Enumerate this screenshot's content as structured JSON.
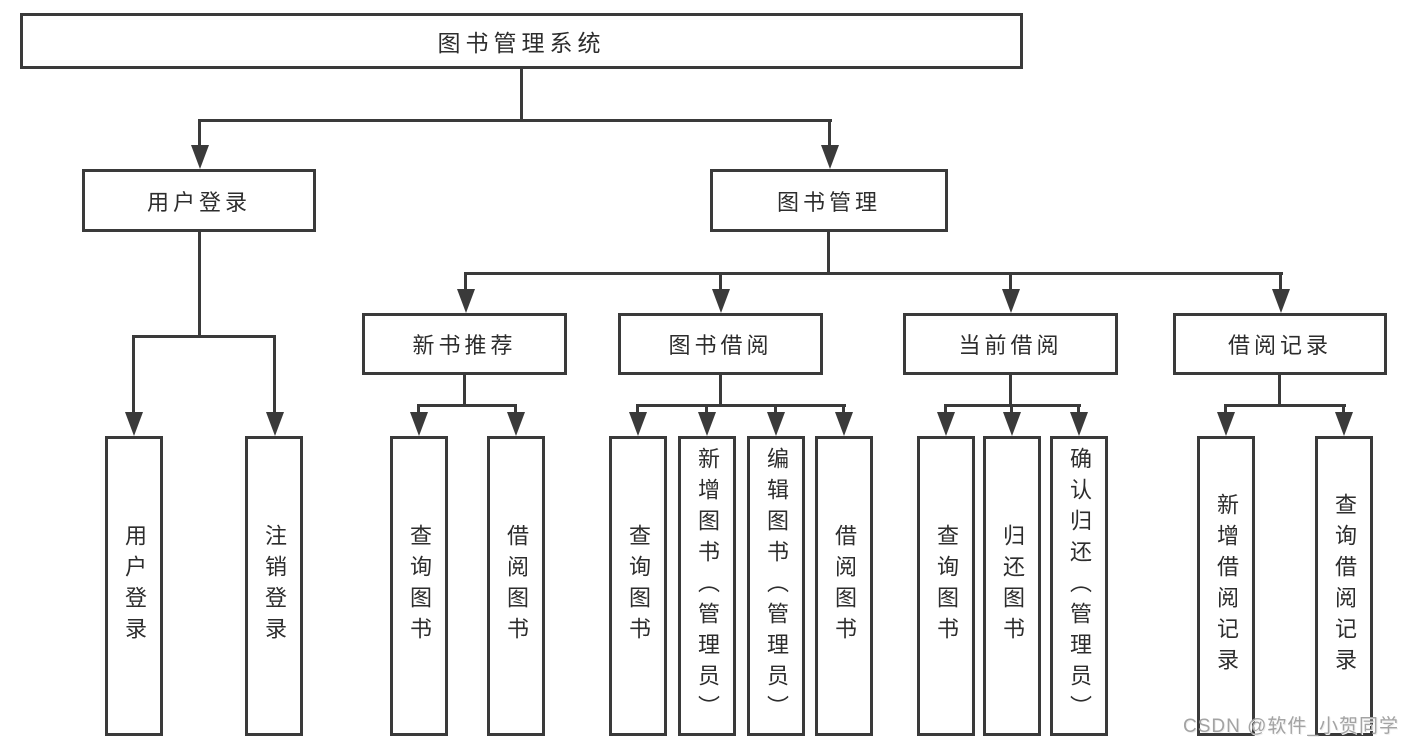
{
  "tree": {
    "label": "图书管理系统",
    "children": [
      {
        "label": "用户登录",
        "children": [
          {
            "label": "用户登录"
          },
          {
            "label": "注销登录"
          }
        ]
      },
      {
        "label": "图书管理",
        "children": [
          {
            "label": "新书推荐",
            "children": [
              {
                "label": "查询图书"
              },
              {
                "label": "借阅图书"
              }
            ]
          },
          {
            "label": "图书借阅",
            "children": [
              {
                "label": "查询图书"
              },
              {
                "label": "新增图书（管理员）"
              },
              {
                "label": "编辑图书（管理员）"
              },
              {
                "label": "借阅图书"
              }
            ]
          },
          {
            "label": "当前借阅",
            "children": [
              {
                "label": "查询图书"
              },
              {
                "label": "归还图书"
              },
              {
                "label": "确认归还（管理员）"
              }
            ]
          },
          {
            "label": "借阅记录",
            "children": [
              {
                "label": "新增借阅记录"
              },
              {
                "label": "查询借阅记录"
              }
            ]
          }
        ]
      }
    ]
  },
  "watermark": {
    "text": "CSDN @软件_小贺同学"
  },
  "colors": {
    "line": "#3a3a3a",
    "text": "#2d2d2d",
    "background": "#ffffff",
    "watermark": "#a3a3a3"
  }
}
